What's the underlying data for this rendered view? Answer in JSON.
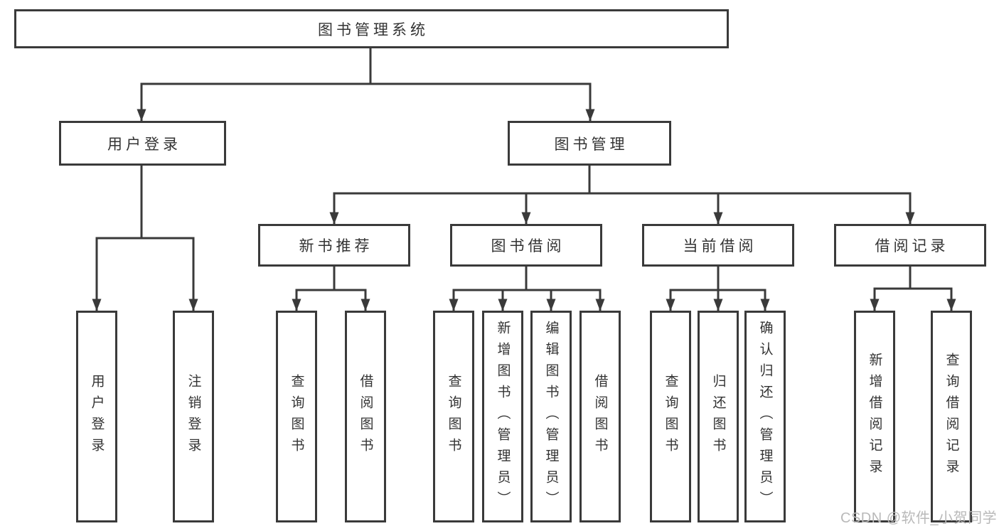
{
  "tree": {
    "root": {
      "label": "图书管理系统"
    },
    "branches": [
      {
        "label": "用户登录",
        "children": [
          {
            "label": "用户登录"
          },
          {
            "label": "注销登录"
          }
        ]
      },
      {
        "label": "图书管理",
        "children": [
          {
            "label": "新书推荐",
            "children": [
              {
                "label": "查询图书"
              },
              {
                "label": "借阅图书"
              }
            ]
          },
          {
            "label": "图书借阅",
            "children": [
              {
                "label": "查询图书"
              },
              {
                "label": "新增图书（管理员）"
              },
              {
                "label": "编辑图书（管理员）"
              },
              {
                "label": "借阅图书"
              }
            ]
          },
          {
            "label": "当前借阅",
            "children": [
              {
                "label": "查询图书"
              },
              {
                "label": "归还图书"
              },
              {
                "label": "确认归还（管理员）"
              }
            ]
          },
          {
            "label": "借阅记录",
            "children": [
              {
                "label": "新增借阅记录"
              },
              {
                "label": "查询借阅记录"
              }
            ]
          }
        ]
      }
    ]
  },
  "watermark": {
    "text": "CSDN @软件_小贺同学"
  },
  "colors": {
    "line": "#3a3a3a",
    "text": "#333333",
    "watermark": "#b9b9b9",
    "background": "#ffffff"
  }
}
